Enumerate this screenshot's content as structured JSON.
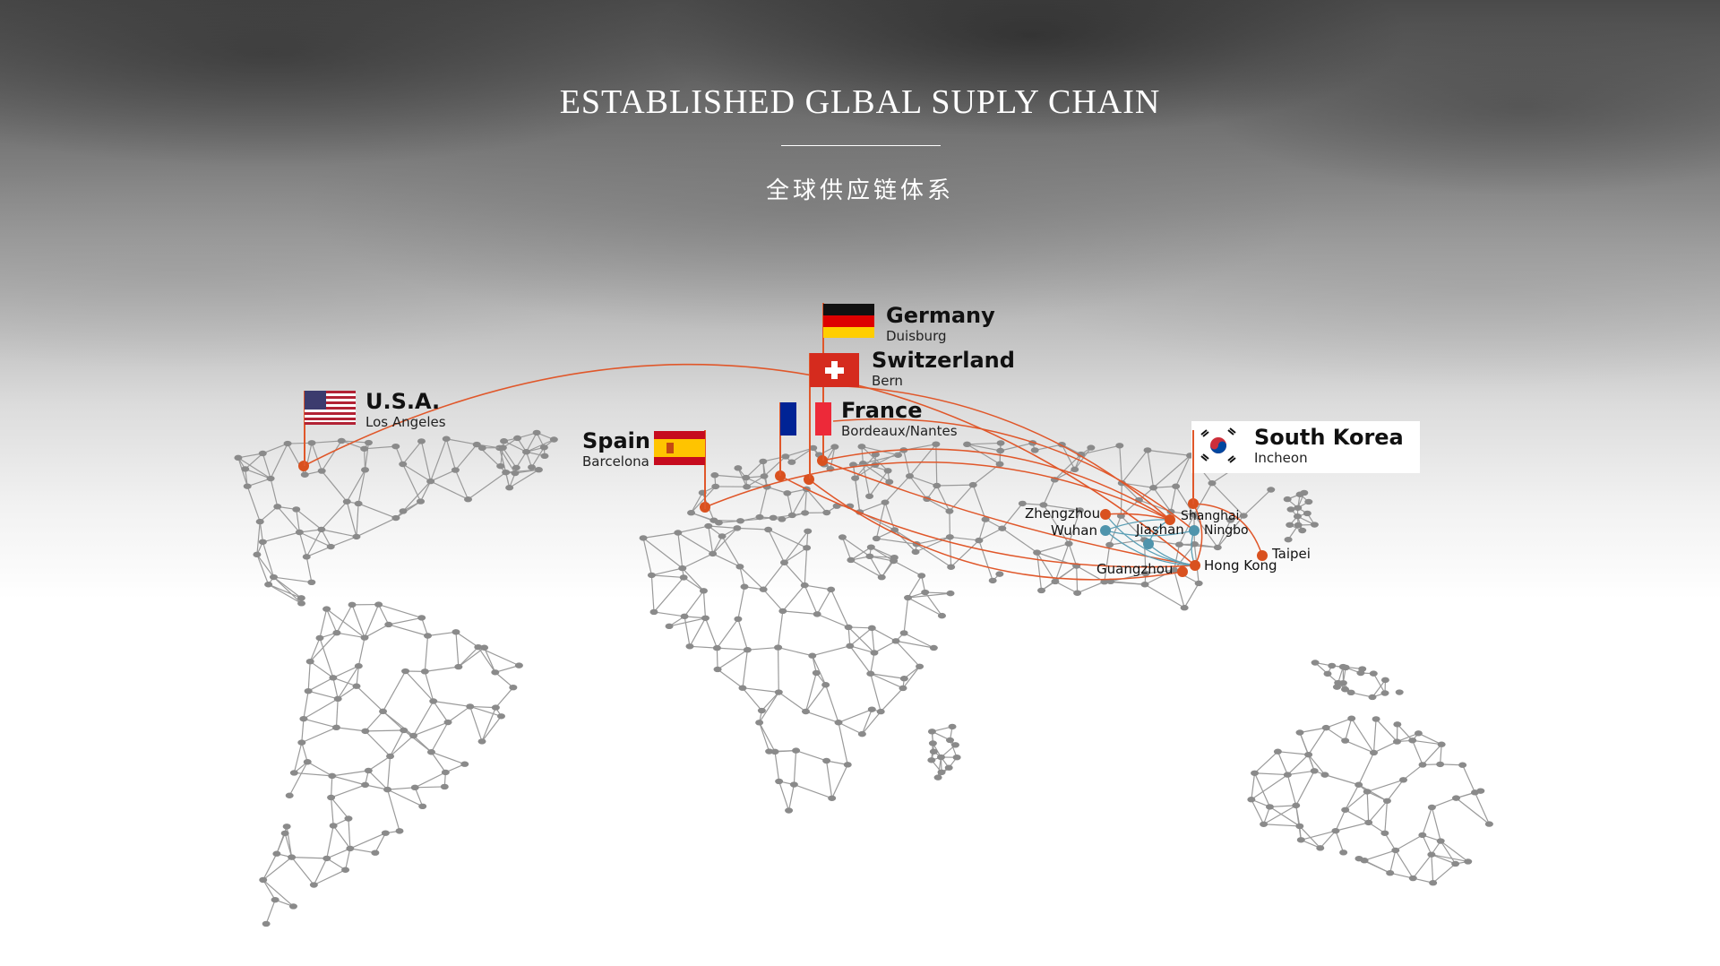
{
  "header": {
    "title": "ESTABLISHED GLBAL SUPLY CHAIN",
    "subtitle": "全球供应链体系"
  },
  "colors": {
    "route_orange": "#e0572a",
    "route_blue": "#5b9fb5",
    "node_orange": "#d9511f",
    "node_blue": "#4f94ac",
    "mesh_gray": "#9a9a9a"
  },
  "overseas_locations": [
    {
      "country": "U.S.A.",
      "city": "Los Angeles",
      "flag": "us-flag-icon"
    },
    {
      "country": "Spain",
      "city": "Barcelona",
      "flag": "es-flag-icon"
    },
    {
      "country": "Germany",
      "city": "Duisburg",
      "flag": "de-flag-icon"
    },
    {
      "country": "Switzerland",
      "city": "Bern",
      "flag": "ch-flag-icon"
    },
    {
      "country": "France",
      "city": "Bordeaux/Nantes",
      "flag": "fr-flag-icon"
    },
    {
      "country": "South Korea",
      "city": "Incheon",
      "flag": "kr-flag-icon"
    }
  ],
  "china_locations": [
    {
      "name": "Zhengzhou"
    },
    {
      "name": "Wuhan"
    },
    {
      "name": "Jiashan"
    },
    {
      "name": "Shanghai"
    },
    {
      "name": "Ningbo"
    },
    {
      "name": "Guangzhou"
    },
    {
      "name": "Hong Kong"
    },
    {
      "name": "Taipei"
    }
  ]
}
